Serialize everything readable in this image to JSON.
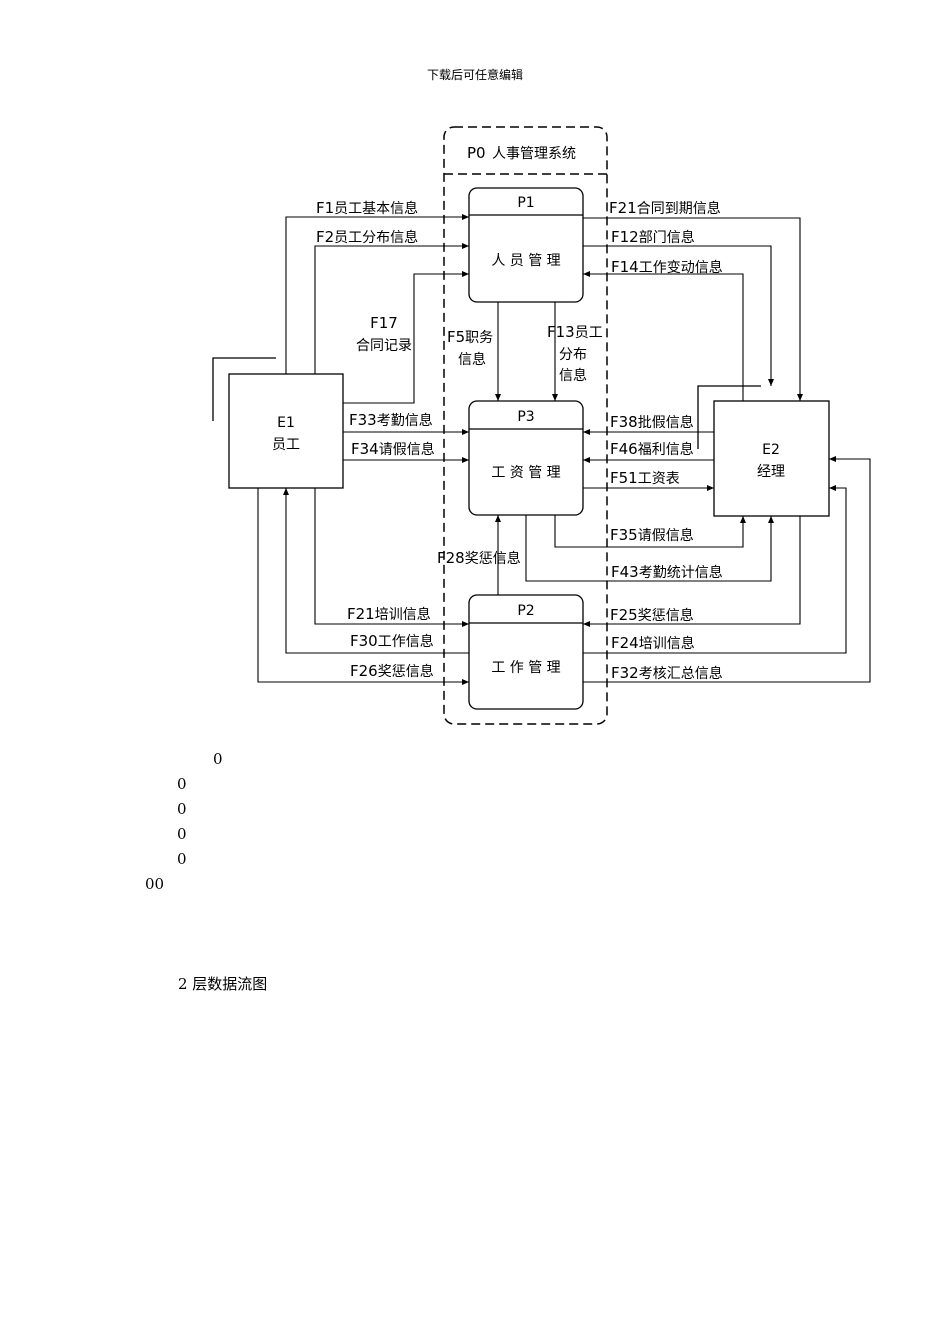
{
  "header": "下载后可任意编辑",
  "system": {
    "code": "P0",
    "name": "人事管理系统"
  },
  "processes": {
    "p1": {
      "code": "P1",
      "name": "人 员 管 理"
    },
    "p3": {
      "code": "P3",
      "name": "工 资 管 理"
    },
    "p2": {
      "code": "P2",
      "name": "工 作 管 理"
    }
  },
  "entities": {
    "e1": {
      "code": "E1",
      "name": "员工"
    },
    "e2": {
      "code": "E2",
      "name": "经理"
    }
  },
  "flows": {
    "f1": {
      "code": "F1",
      "text": "员工基本信息"
    },
    "f2": {
      "code": "F2",
      "text": "员工分布信息"
    },
    "f17": {
      "code": "F17",
      "text": "合同记录"
    },
    "f21a": {
      "code": "F21",
      "text": "合同到期信息"
    },
    "f12": {
      "code": "F12",
      "text": "部门信息"
    },
    "f14": {
      "code": "F14",
      "text": "工作变动信息"
    },
    "f5": {
      "code": "F5",
      "text1": "职务",
      "text2": "信息"
    },
    "f13": {
      "code": "F13",
      "text1": "员工",
      "text2": "分布",
      "text3": "信息"
    },
    "f33": {
      "code": "F33",
      "text": "考勤信息"
    },
    "f34": {
      "code": "F34",
      "text": "请假信息"
    },
    "f38": {
      "code": "F38",
      "text": "批假信息"
    },
    "f46": {
      "code": "F46",
      "text": "福利信息"
    },
    "f51": {
      "code": "F51",
      "text": "工资表"
    },
    "f35": {
      "code": "F35",
      "text": "请假信息"
    },
    "f43": {
      "code": "F43",
      "text": "考勤统计信息"
    },
    "f28": {
      "code": "F28",
      "text": "奖惩信息"
    },
    "f21b": {
      "code": "F21",
      "text": "培训信息"
    },
    "f30": {
      "code": "F30",
      "text": "工作信息"
    },
    "f26": {
      "code": "F26",
      "text": "奖惩信息"
    },
    "f25": {
      "code": "F25",
      "text": "奖惩信息"
    },
    "f24": {
      "code": "F24",
      "text": "培训信息"
    },
    "f32": {
      "code": "F32",
      "text": "考核汇总信息"
    }
  },
  "notes": [
    "0",
    "0",
    "0",
    "0",
    "0",
    "00"
  ],
  "caption": "2 层数据流图"
}
